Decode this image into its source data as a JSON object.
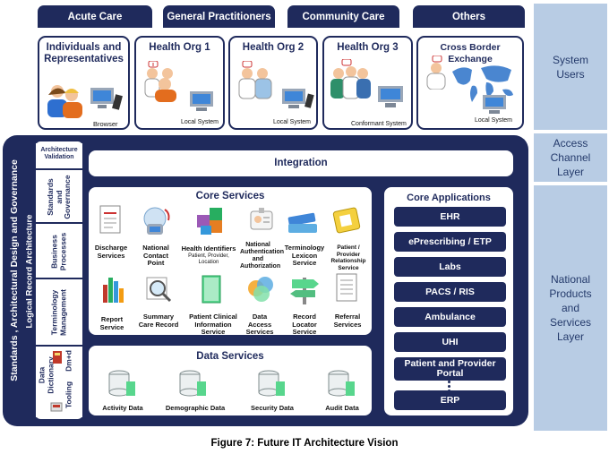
{
  "channels": [
    "Acute Care",
    "General Practitioners",
    "Community Care",
    "Others"
  ],
  "users": [
    {
      "title": "Individuals and Representatives",
      "system": "Browser"
    },
    {
      "title": "Health Org 1",
      "system": "Local System"
    },
    {
      "title": "Health Org 2",
      "system": "Local System"
    },
    {
      "title": "Health Org 3",
      "system": "Conformant System"
    },
    {
      "title": "Cross Border Exchange",
      "system": "Local System"
    }
  ],
  "layers": {
    "system_users": "System Users",
    "access_channel": "Access Channel Layer",
    "national": "National Products and Services Layer"
  },
  "governance": {
    "outer": "Standards , Architectural Design and Governance",
    "logical": "Logical Record Architecture",
    "arch_validation": "Architecture Validation",
    "standards": "Standards and Governance",
    "business": "Business Processes",
    "terminology": "Terminology Management",
    "dictionary": "Data Dictionary",
    "dmd": "Dm+d",
    "tooling": "Tooling"
  },
  "integration": "Integration",
  "core_services": {
    "title": "Core Services",
    "items": [
      "Discharge Services",
      "National Contact Point",
      "Health Identifiers",
      "National Authentication and Authorization",
      "Terminology Lexicon Service",
      "Patient / Provider Relationship Service",
      "Report Service",
      "Summary Care Record",
      "Patient Clinical Information Service",
      "Data Access Services",
      "Record Locator Service",
      "Referral Services"
    ],
    "health_identifiers_sub": "Patient, Provider, Location"
  },
  "core_applications": {
    "title": "Core Applications",
    "items": [
      "EHR",
      "ePrescribing / ETP",
      "Labs",
      "PACS / RIS",
      "Ambulance",
      "UHI",
      "Patient and Provider Portal",
      "ERP"
    ]
  },
  "data_services": {
    "title": "Data Services",
    "items": [
      "Activity Data",
      "Demographic Data",
      "Security Data",
      "Audit Data"
    ]
  },
  "caption": "Figure 7: Future IT Architecture Vision"
}
